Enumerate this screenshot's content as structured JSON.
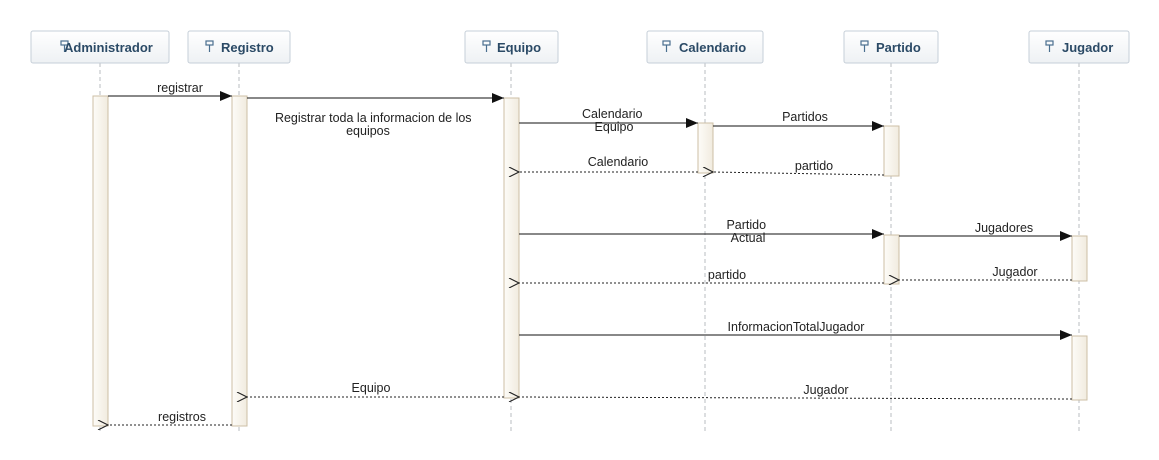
{
  "lifelines": {
    "administrador": {
      "name": "Administrador",
      "icon": "lifeline-icon"
    },
    "registro": {
      "name": "Registro",
      "icon": "lifeline-icon"
    },
    "equipo": {
      "name": "Equipo",
      "icon": "lifeline-icon"
    },
    "calendario": {
      "name": "Calendario",
      "icon": "lifeline-icon"
    },
    "partido": {
      "name": "Partido",
      "icon": "lifeline-icon"
    },
    "jugador": {
      "name": "Jugador",
      "icon": "lifeline-icon"
    }
  },
  "messages": {
    "m1": {
      "from": "Administrador",
      "to": "Registro",
      "kind": "call",
      "label": "registrar"
    },
    "m2": {
      "from": "Registro",
      "to": "Equipo",
      "kind": "call",
      "label_line1": "Registrar toda la informacion de los",
      "label_line2": "equipos"
    },
    "m3": {
      "from": "Equipo",
      "to": "Calendario",
      "kind": "call",
      "label_line1": "Calendario",
      "label_line2": "Equipo"
    },
    "m4": {
      "from": "Calendario",
      "to": "Partido",
      "kind": "call",
      "label": "Partidos"
    },
    "m5": {
      "from": "Calendario",
      "to": "Equipo",
      "kind": "return",
      "label": "Calendario"
    },
    "m6": {
      "from": "Partido",
      "to": "Calendario",
      "kind": "return",
      "label": "partido"
    },
    "m7": {
      "from": "Equipo",
      "to": "Partido",
      "kind": "call",
      "label_line1": "Partido",
      "label_line2": "Actual"
    },
    "m8": {
      "from": "Partido",
      "to": "Jugador",
      "kind": "call",
      "label": "Jugadores"
    },
    "m9": {
      "from": "Jugador",
      "to": "Partido",
      "kind": "return",
      "label": "Jugador"
    },
    "m10": {
      "from": "Partido",
      "to": "Equipo",
      "kind": "return",
      "label": "partido"
    },
    "m11": {
      "from": "Equipo",
      "to": "Jugador",
      "kind": "call",
      "label": "InformacionTotalJugador"
    },
    "m12": {
      "from": "Equipo",
      "to": "Registro",
      "kind": "return",
      "label": "Equipo"
    },
    "m13": {
      "from": "Jugador",
      "to": "Equipo",
      "kind": "return",
      "label": "Jugador"
    },
    "m14": {
      "from": "Registro",
      "to": "Administrador",
      "kind": "return",
      "label": "registros"
    }
  },
  "colors": {
    "lifeline_text": "#2b4a66",
    "box_border": "#c6cfd8",
    "activation_fill": "#f8f5ef",
    "activation_border": "#cdbfa6",
    "arrow": "#111111"
  }
}
